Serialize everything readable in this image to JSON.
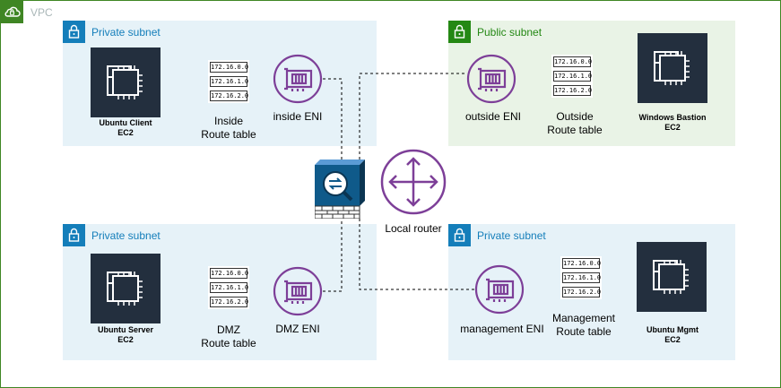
{
  "vpc": {
    "label": "VPC",
    "color": "#3f8624"
  },
  "colors": {
    "private": "#147eba",
    "public": "#248814",
    "ec2": "#232f3e",
    "eni": "#7d3f98",
    "router": "#7d3f98"
  },
  "subnets": {
    "top_left": {
      "label": "Private subnet"
    },
    "top_right": {
      "label": "Public subnet"
    },
    "bottom_left": {
      "label": "Private subnet"
    },
    "bottom_right": {
      "label": "Private subnet"
    }
  },
  "instances": {
    "ubuntu_client": {
      "line1": "Ubuntu Client",
      "line2": "EC2"
    },
    "windows_bastion": {
      "line1": "Windows Bastion",
      "line2": "EC2"
    },
    "ubuntu_server": {
      "line1": "Ubuntu Server",
      "line2": "EC2"
    },
    "ubuntu_mgmt": {
      "line1": "Ubuntu Mgmt",
      "line2": "EC2"
    }
  },
  "route_tables": {
    "inside": {
      "line1": "Inside",
      "line2": "Route table",
      "entries": [
        "172.16.0.0",
        "172.16.1.0",
        "172.16.2.0"
      ]
    },
    "outside": {
      "line1": "Outside",
      "line2": "Route table",
      "entries": [
        "172.16.0.0",
        "172.16.1.0",
        "172.16.2.0"
      ]
    },
    "dmz": {
      "line1": "DMZ",
      "line2": "Route table",
      "entries": [
        "172.16.0.0",
        "172.16.1.0",
        "172.16.2.0"
      ]
    },
    "management": {
      "line1": "Management",
      "line2": "Route table",
      "entries": [
        "172.16.0.0",
        "172.16.1.0",
        "172.16.2.0"
      ]
    }
  },
  "enis": {
    "inside": {
      "label": "inside ENI"
    },
    "outside": {
      "label": "outside ENI"
    },
    "dmz": {
      "label": "DMZ ENI"
    },
    "management": {
      "label": "management ENI"
    }
  },
  "router": {
    "label": "Local router"
  }
}
